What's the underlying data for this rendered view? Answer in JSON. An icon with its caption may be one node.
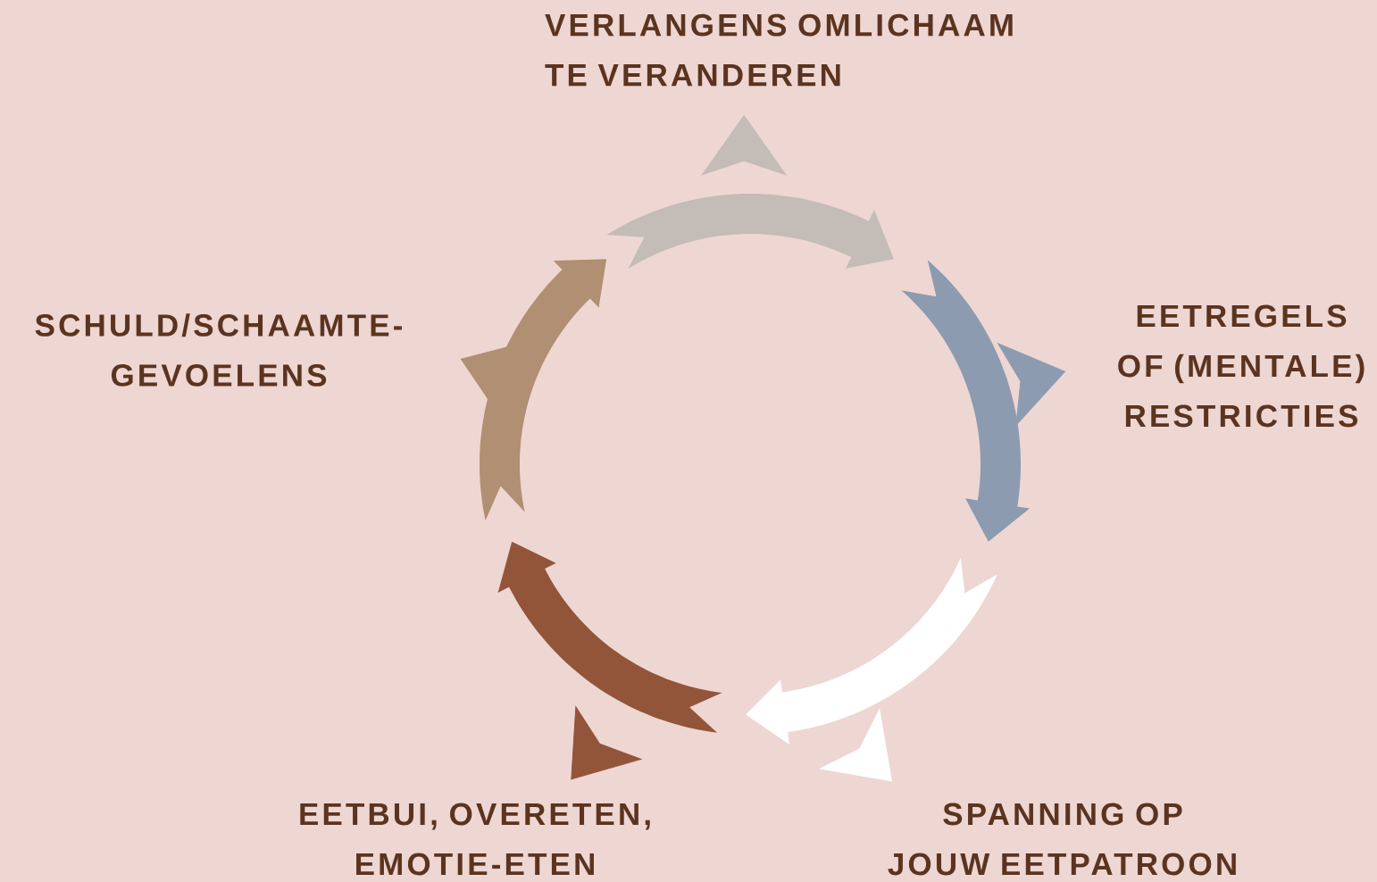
{
  "diagram": {
    "nodes": [
      {
        "text": [
          "VERLANGENS OMLICHAAM TE VERANDEREN"
        ]
      },
      {
        "text": [
          "EETREGELS OF (MENTALE) RESTRICTIES"
        ]
      },
      {
        "text": [
          "SPANNING OP JOUW EETPATROON"
        ]
      },
      {
        "text": [
          "EETBUI, OVERETEN, EMOTIE-ETEN"
        ]
      },
      {
        "text": [
          "SCHULD/SCHAAMTE-GEVOELENS"
        ]
      }
    ]
  }
}
